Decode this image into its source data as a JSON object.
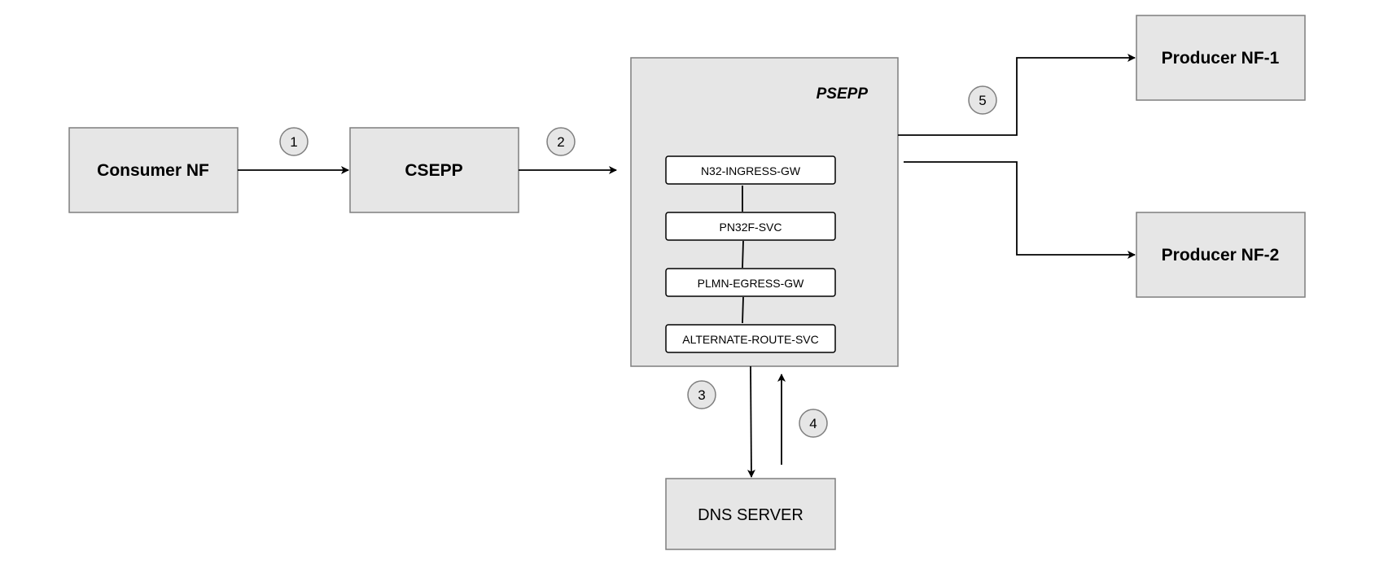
{
  "nodes": {
    "consumer_nf": "Consumer NF",
    "csepp": "CSEPP",
    "psepp": "PSEPP",
    "producer_nf_1": "Producer NF-1",
    "producer_nf_2": "Producer NF-2",
    "dns_server": "DNS SERVER"
  },
  "psepp_services": [
    "N32-INGRESS-GW",
    "PN32F-SVC",
    "PLMN-EGRESS-GW",
    "ALTERNATE-ROUTE-SVC"
  ],
  "steps": [
    "1",
    "2",
    "3",
    "4",
    "5"
  ],
  "colors": {
    "box_fill": "#e6e6e6",
    "box_stroke": "#7f7f7f",
    "line": "#000000"
  }
}
